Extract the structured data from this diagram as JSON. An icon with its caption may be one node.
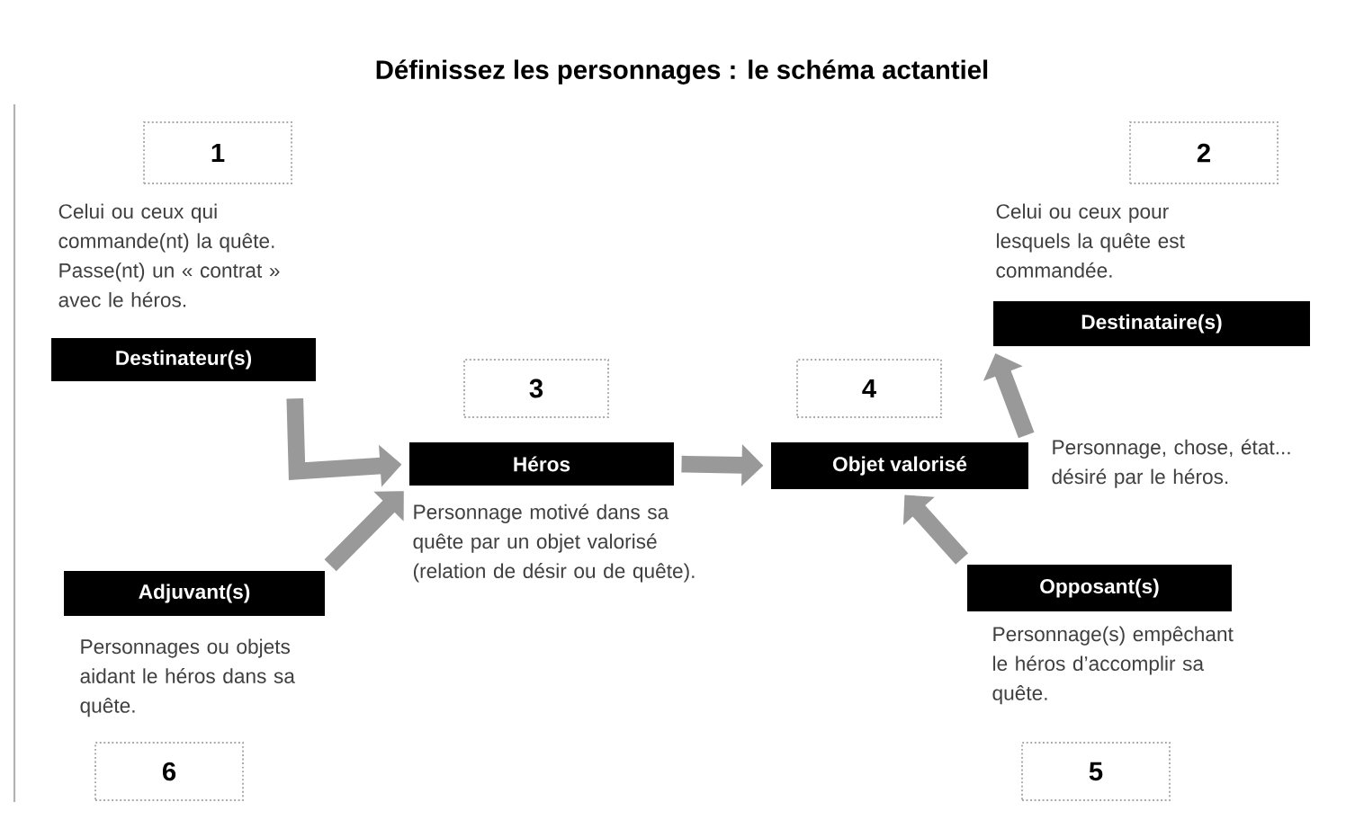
{
  "diagram": {
    "title": "Définissez les personnages : le schéma actantiel",
    "nodes": [
      {
        "text": [
          "1"
        ]
      },
      {
        "text": [
          "2"
        ]
      },
      {
        "text": [
          "Destinateur(s)"
        ],
        "beside": [
          "Celui ou ceux qui commande(nt) la quête. Passe(nt) un « contrat » avec le héros."
        ]
      },
      {
        "text": [
          "Destinataire(s)"
        ],
        "beside": [
          "Celui ou ceux pour lesquels la quête est commandée."
        ]
      },
      {
        "text": [
          "3"
        ]
      },
      {
        "text": [
          "4"
        ]
      },
      {
        "text": [
          "Héros"
        ],
        "beside": [
          "Personnage motivé dans sa quête par un objet valorisé (relation de désir ou de quête)."
        ]
      },
      {
        "text": [
          "Objet valorisé"
        ],
        "beside": [
          "Personnage, chose, état... désiré par le héros."
        ]
      },
      {
        "text": [
          "Opposant(s)"
        ],
        "beside": [
          "Personnage(s) empêchant le héros d’accomplir sa quête."
        ]
      },
      {
        "text": [
          "Adjuvant(s)"
        ],
        "beside": [
          "Personnages ou objets aidant le héros dans sa quête."
        ]
      },
      {
        "text": [
          "6"
        ]
      },
      {
        "text": [
          "5"
        ]
      }
    ],
    "edges": [
      {
        "from": 2,
        "to": 6,
        "arrow": "to"
      },
      {
        "from": 6,
        "to": 7,
        "arrow": "to"
      },
      {
        "from": 7,
        "to": 3,
        "arrow": "to"
      },
      {
        "from": 9,
        "to": 6,
        "arrow": "to"
      },
      {
        "from": 8,
        "to": 7,
        "arrow": "to"
      }
    ]
  }
}
